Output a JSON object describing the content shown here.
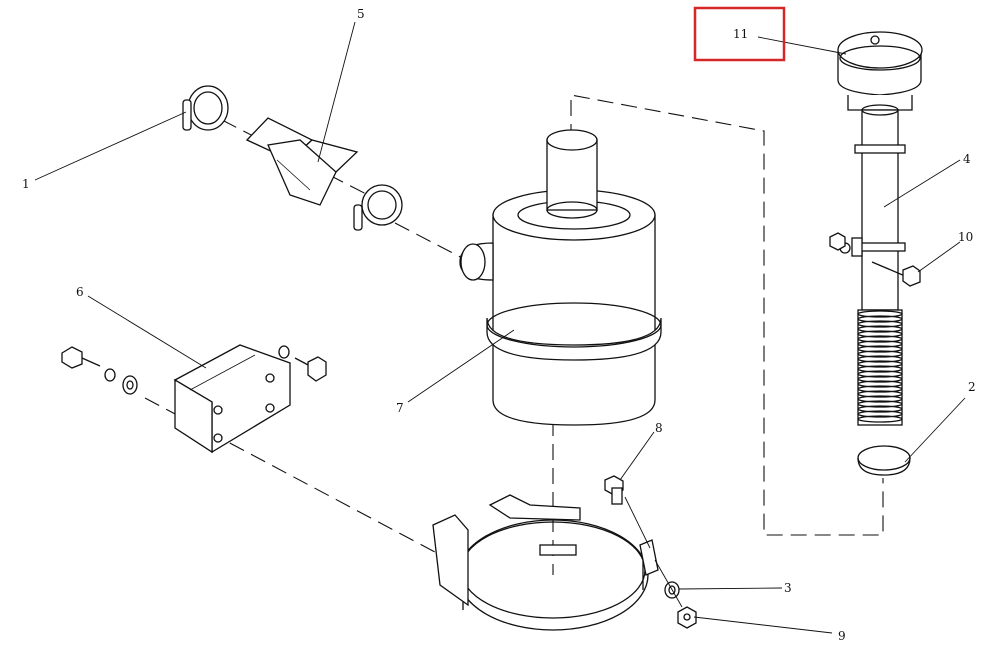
{
  "diagram": {
    "callouts": [
      {
        "id": "1",
        "text": "1"
      },
      {
        "id": "2",
        "text": "2"
      },
      {
        "id": "3",
        "text": "3"
      },
      {
        "id": "4",
        "text": "4"
      },
      {
        "id": "5",
        "text": "5"
      },
      {
        "id": "6",
        "text": "6"
      },
      {
        "id": "7",
        "text": "7"
      },
      {
        "id": "8",
        "text": "8"
      },
      {
        "id": "9",
        "text": "9"
      },
      {
        "id": "10",
        "text": "10"
      },
      {
        "id": "11",
        "text": "11"
      }
    ],
    "highlighted_callout": "11",
    "highlight_color": "#d62728",
    "line_color": "#111111",
    "background_color": "#ffffff"
  }
}
